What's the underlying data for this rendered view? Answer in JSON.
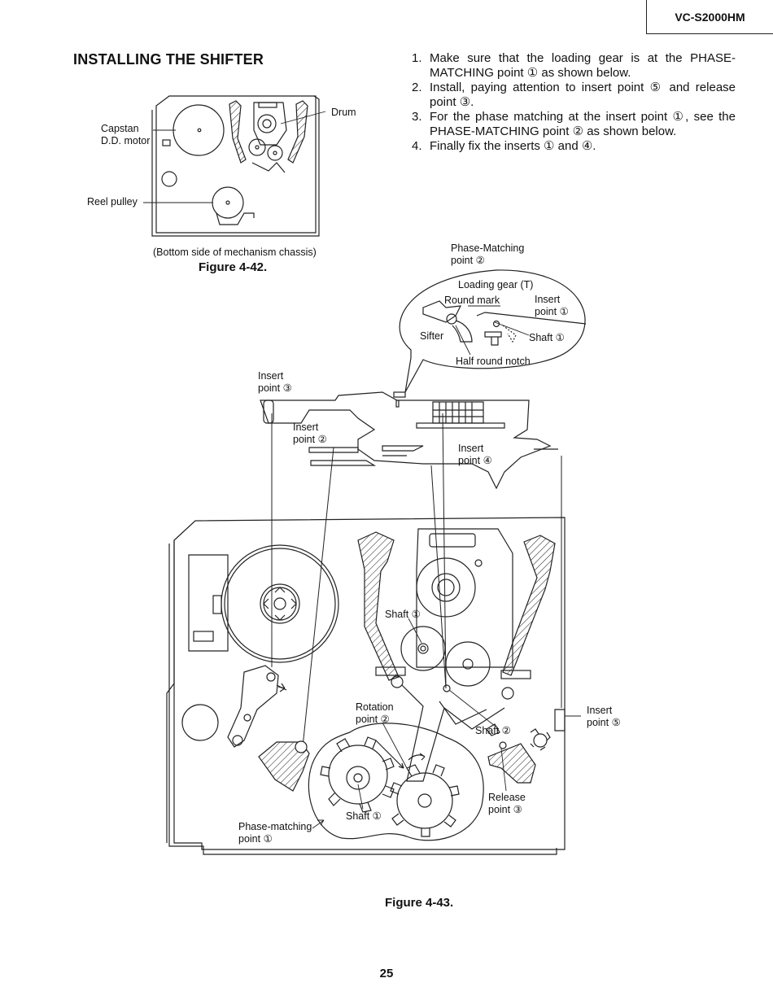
{
  "header": {
    "model": "VC-S2000HM"
  },
  "section": {
    "title": "INSTALLING THE SHIFTER"
  },
  "steps": [
    {
      "num": "1.",
      "text": "Make sure that the loading gear is at the PHASE-MATCHING point ① as shown below."
    },
    {
      "num": "2.",
      "text": "Install, paying attention to insert point ⑤ and release point ③."
    },
    {
      "num": "3.",
      "text": "For the phase matching at the insert point ①, see the PHASE-MATCHING point ② as shown below."
    },
    {
      "num": "4.",
      "text": "Finally fix the inserts ① and ④."
    }
  ],
  "figure42": {
    "labels": {
      "capstan": "Capstan",
      "dd_motor": "D.D. motor",
      "drum": "Drum",
      "reel_pulley": "Reel pulley"
    },
    "subcaption": "(Bottom side of mechanism chassis)",
    "caption": "Figure 4-42."
  },
  "detail": {
    "phase_matching_1": "Phase-Matching",
    "phase_matching_2": "point ②",
    "loading_gear": "Loading gear (T)",
    "round_mark": "Round mark",
    "insert_point_1a": "Insert",
    "insert_point_1b": "point ①",
    "sifter": "Sifter",
    "shaft_1": "Shaft ①",
    "half_round_notch": "Half round notch"
  },
  "figure43": {
    "labels": {
      "insert3_a": "Insert",
      "insert3_b": "point ③",
      "insert2_a": "Insert",
      "insert2_b": "point ②",
      "insert4_a": "Insert",
      "insert4_b": "point ④",
      "shaft1_top": "Shaft ①",
      "rotation_a": "Rotation",
      "rotation_b": "point ②",
      "shaft2": "Shaft ②",
      "insert5_a": "Insert",
      "insert5_b": "point ⑤",
      "release_a": "Release",
      "release_b": "point ③",
      "shaft1_bottom": "Shaft ①",
      "phase_matching_a": "Phase-matching",
      "phase_matching_b": "point ①"
    },
    "caption": "Figure 4-43."
  },
  "footer": {
    "page_number": "25"
  }
}
